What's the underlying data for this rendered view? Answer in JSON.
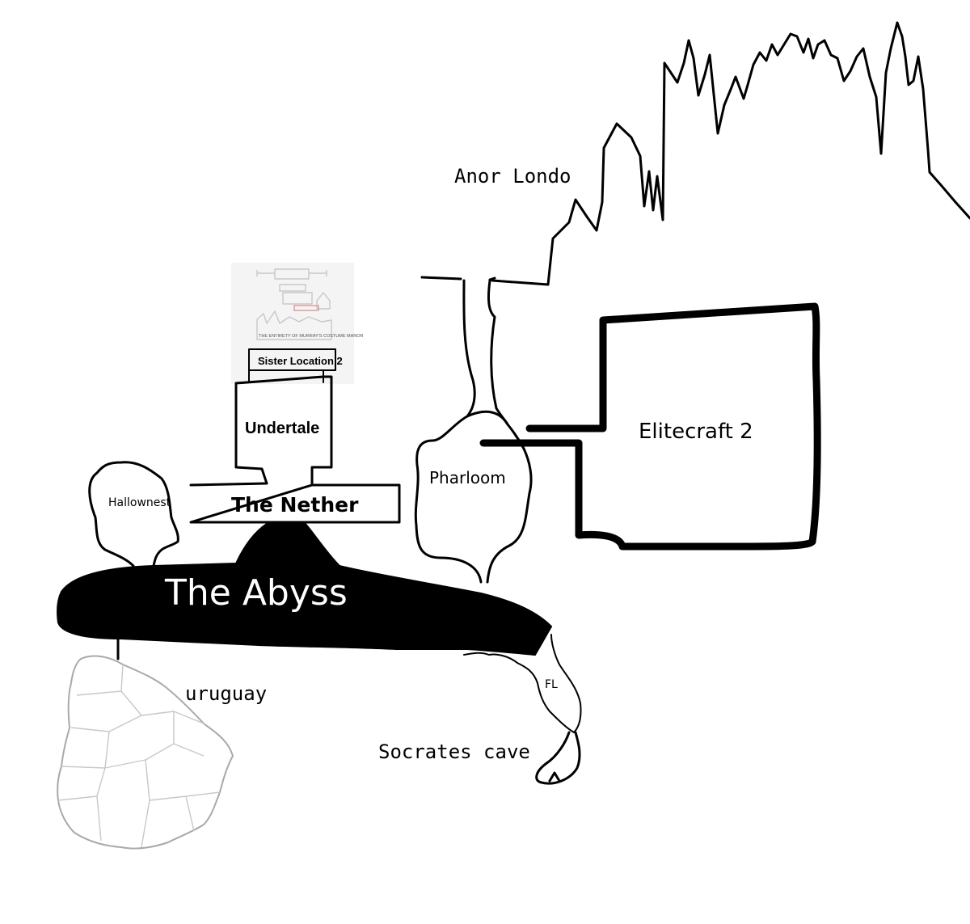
{
  "labels": {
    "anor_londo": "Anor Londo",
    "elitecraft": "Elitecraft 2",
    "pharloom": "Pharloom",
    "undertale": "Undertale",
    "sister_location": "Sister Location 2",
    "murray_manor": "THE ENTIRETY OF MURRAY'S COSTUME MANOR",
    "the_nether": "The Nether",
    "hallownest": "Hallownest",
    "the_abyss": "The Abyss",
    "uruguay": "uruguay",
    "fl": "FL",
    "socrates_cave": "Socrates cave"
  },
  "colors": {
    "ink": "#000000",
    "abyss_fill": "#000000",
    "abyss_text": "#ffffff",
    "uruguay_outline": "#a9a9a9",
    "background": "#ffffff"
  }
}
